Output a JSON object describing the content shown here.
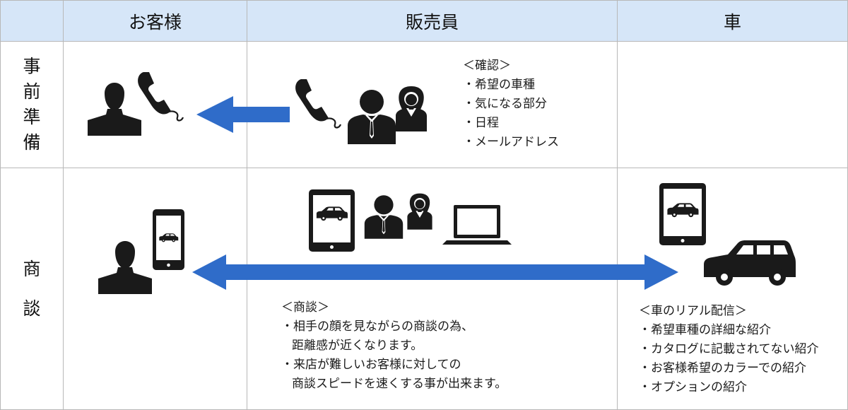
{
  "header": {
    "col1": "お客様",
    "col2": "販売員",
    "col3": "車"
  },
  "rows": {
    "preparation": [
      "事",
      "前",
      "準",
      "備"
    ],
    "negotiation": [
      "商",
      "談"
    ]
  },
  "prep_notes": {
    "title": "＜確認＞",
    "items": [
      "・希望の車種",
      "・気になる部分",
      "・日程",
      "・メールアドレス"
    ]
  },
  "negotiation_notes": {
    "title": "＜商談＞",
    "lines": [
      "・相手の顔を見ながらの商談の為、",
      "距離感が近くなります。",
      "・来店が難しいお客様に対しての",
      "商談スピードを速くする事が出来ます。"
    ]
  },
  "car_notes": {
    "title": "＜車のリアル配信＞",
    "items": [
      "・希望車種の詳細な紹介",
      "・カタログに記載されてない紹介",
      "・お客様希望のカラーでの紹介",
      "・オプションの紹介"
    ]
  },
  "colors": {
    "header_bg": "#d6e6f8",
    "arrow": "#2f6cc9",
    "icon": "#1a1a1a",
    "grid_line": "#b8b8b8"
  },
  "icons": [
    "customer-icon",
    "phone-icon",
    "salesperson-icon",
    "tablet-icon",
    "smartphone-icon",
    "laptop-icon",
    "car-icon"
  ]
}
